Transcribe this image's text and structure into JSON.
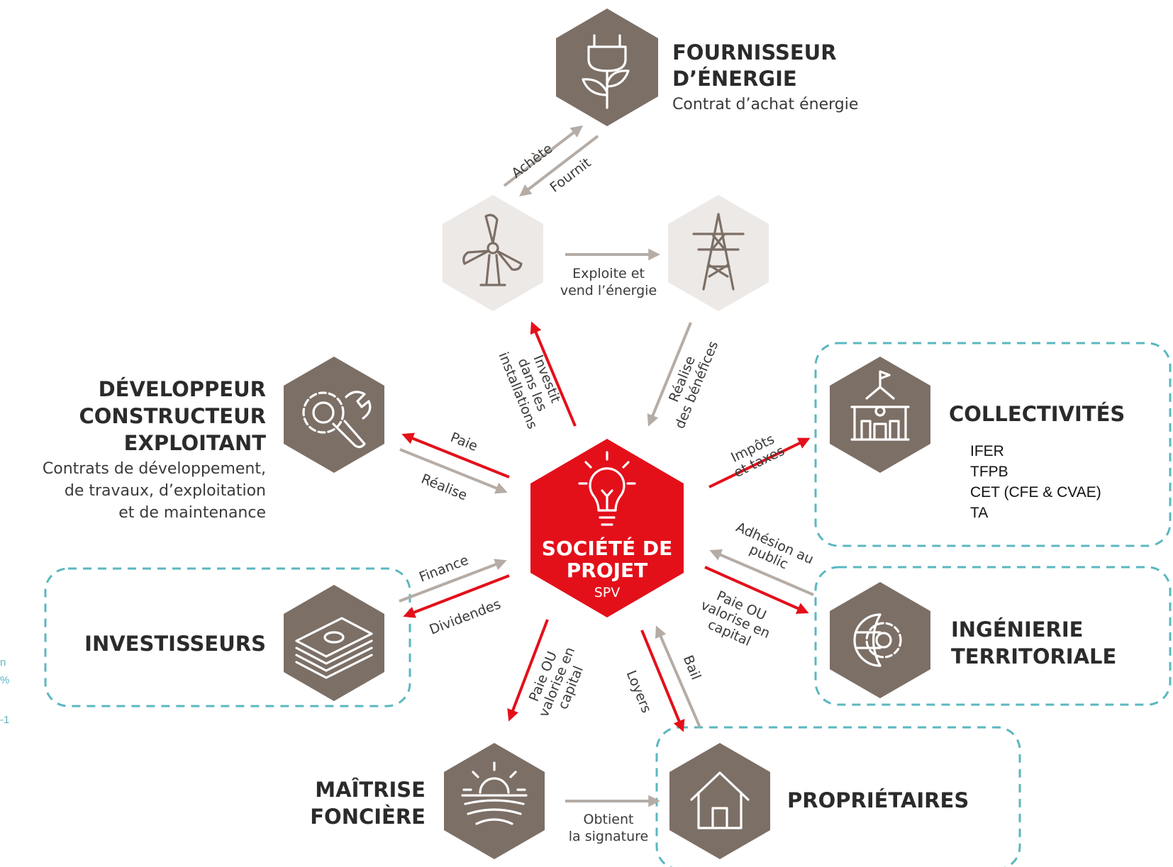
{
  "center": {
    "title_line1": "SOCIÉTÉ DE",
    "title_line2": "PROJET",
    "subtitle": "SPV"
  },
  "nodes": {
    "fournisseur": {
      "title_line1": "FOURNISSEUR",
      "title_line2": "D’ÉNERGIE",
      "subtitle": "Contrat d’achat énergie"
    },
    "developpeur": {
      "title_line1": "DÉVELOPPEUR",
      "title_line2": "CONSTRUCTEUR",
      "title_line3": "EXPLOITANT",
      "subtitle_line1": "Contrats de développement,",
      "subtitle_line2": "de travaux, d’exploitation",
      "subtitle_line3": "et de maintenance"
    },
    "investisseurs": {
      "title": "INVESTISSEURS"
    },
    "maitrise": {
      "title_line1": "MAÎTRISE",
      "title_line2": "FONCIÈRE"
    },
    "proprietaires": {
      "title": "PROPRIÉTAIRES"
    },
    "collectivites": {
      "title": "COLLECTIVITÉS",
      "taxes": [
        "IFER",
        "TFPB",
        "CET (CFE & CVAE)",
        "TA"
      ]
    },
    "ingenierie": {
      "title_line1": "INGÉNIERIE",
      "title_line2": "TERRITORIALE"
    }
  },
  "edges": {
    "achete": "Achète",
    "fournit": "Fournit",
    "exploite_line1": "Exploite et",
    "exploite_line2": "vend l’énergie",
    "investit_line1": "Investit",
    "investit_line2": "dans les",
    "investit_line3": "installations",
    "realise_benef_line1": "Réalise",
    "realise_benef_line2": "des bénéfices",
    "paie": "Paie",
    "realise": "Réalise",
    "impots_line1": "Impôts",
    "impots_line2": "et taxes",
    "adhesion_line1": "Adhésion au",
    "adhesion_line2": "public",
    "paie_ou_line1": "Paie OU",
    "paie_ou_line2": "valorise en",
    "paie_ou_line3": "capital",
    "finance": "Finance",
    "dividendes": "Dividendes",
    "paie_ou_left_line1": "Paie OU",
    "paie_ou_left_line2": "valorise en",
    "paie_ou_left_line3": "capital",
    "loyers": "Loyers",
    "bail": "Bail",
    "obtient_line1": "Obtient",
    "obtient_line2": "la signature"
  },
  "margin_fragments": [
    "n",
    "%",
    "-1"
  ],
  "colors": {
    "hexagon_dark": "#7c6f66",
    "hexagon_light": "#ede9e6",
    "center_red": "#e3101a",
    "arrow_red": "#e3101a",
    "arrow_grey": "#b5aca6",
    "dashed_frame": "#5bb7c0"
  },
  "icons": {
    "fournisseur": "plug-plant-icon",
    "wind": "wind-turbine-icon",
    "pylon": "power-pylon-icon",
    "developpeur": "gear-wrench-icon",
    "investisseurs": "money-stack-icon",
    "maitrise": "sunrise-field-icon",
    "proprietaires": "house-icon",
    "collectivites": "town-hall-icon",
    "ingenierie": "globe-gear-icon",
    "center": "lightbulb-icon"
  }
}
